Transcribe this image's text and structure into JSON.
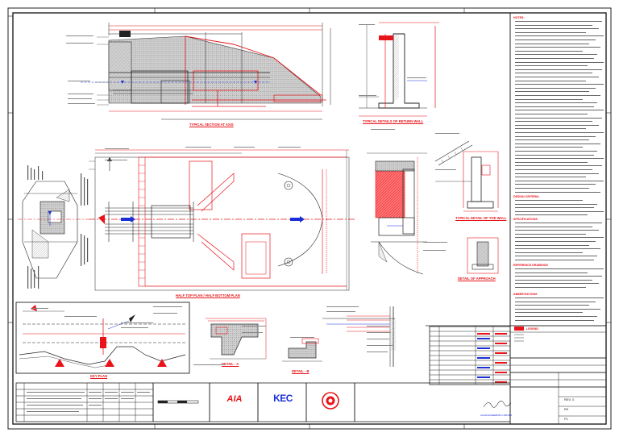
{
  "drawing": {
    "titles": {
      "typical_section": "TYPICAL SECTION AT AXIS",
      "return_wall": "TYPICAL DETAILS OF RETURN WALL",
      "half_plan": "HALF TOP PLAN / HALF BOTTOM PLAN",
      "toe_wall": "TYPICAL DETAIL OF TOE WALL",
      "approach": "DETAIL OF APPROACH",
      "key_plan": "KEY PLAN",
      "detail_a": "DETAIL - A",
      "detail_b": "DETAIL - B",
      "notes": "NOTES:",
      "design_criteria": "DESIGN CRITERIA",
      "specifications": "SPECIFICATIONS",
      "reference": "REFERENCE DRAWINGS",
      "abbreviations": "ABBREVIATIONS",
      "legend": "LEGEND"
    },
    "logos": {
      "client": "AIA",
      "contractor": "KEC"
    },
    "rev": [
      "REV. 0",
      "R0",
      "P1"
    ],
    "approval_text": "AIA ENGINEERING LIMITED"
  },
  "colors": {
    "red": "#e8141a",
    "blue": "#1b2fd6",
    "ink": "#222222",
    "hatch": "#bdbdbd"
  }
}
